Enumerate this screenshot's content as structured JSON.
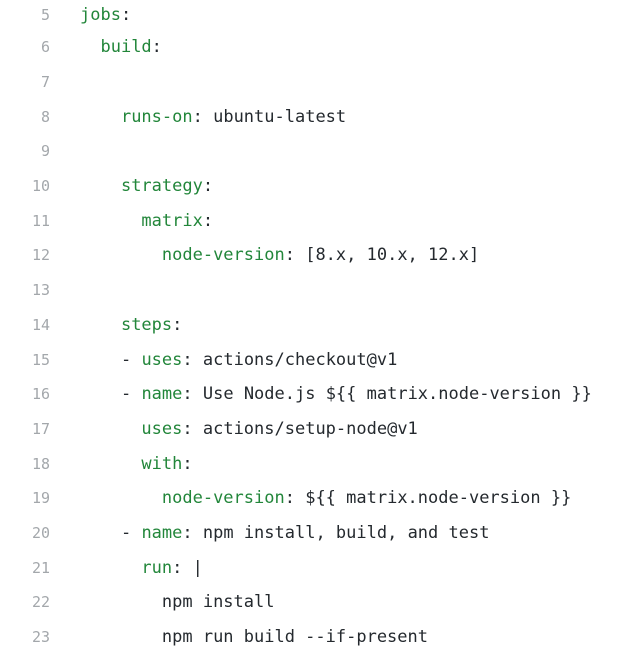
{
  "lines": [
    {
      "num": "5",
      "indent": "",
      "dash": "",
      "key": "jobs",
      "sep": ":",
      "value": ""
    },
    {
      "num": "6",
      "indent": "  ",
      "dash": "",
      "key": "build",
      "sep": ":",
      "value": ""
    },
    {
      "num": "7",
      "indent": "",
      "dash": "",
      "key": "",
      "sep": "",
      "value": ""
    },
    {
      "num": "8",
      "indent": "    ",
      "dash": "",
      "key": "runs-on",
      "sep": ": ",
      "value": "ubuntu-latest"
    },
    {
      "num": "9",
      "indent": "",
      "dash": "",
      "key": "",
      "sep": "",
      "value": ""
    },
    {
      "num": "10",
      "indent": "    ",
      "dash": "",
      "key": "strategy",
      "sep": ":",
      "value": ""
    },
    {
      "num": "11",
      "indent": "      ",
      "dash": "",
      "key": "matrix",
      "sep": ":",
      "value": ""
    },
    {
      "num": "12",
      "indent": "        ",
      "dash": "",
      "key": "node-version",
      "sep": ": ",
      "value": "[8.x, 10.x, 12.x]"
    },
    {
      "num": "13",
      "indent": "",
      "dash": "",
      "key": "",
      "sep": "",
      "value": ""
    },
    {
      "num": "14",
      "indent": "    ",
      "dash": "",
      "key": "steps",
      "sep": ":",
      "value": ""
    },
    {
      "num": "15",
      "indent": "    ",
      "dash": "- ",
      "key": "uses",
      "sep": ": ",
      "value": "actions/checkout@v1"
    },
    {
      "num": "16",
      "indent": "    ",
      "dash": "- ",
      "key": "name",
      "sep": ": ",
      "value": "Use Node.js ${{ matrix.node-version }}"
    },
    {
      "num": "17",
      "indent": "      ",
      "dash": "",
      "key": "uses",
      "sep": ": ",
      "value": "actions/setup-node@v1"
    },
    {
      "num": "18",
      "indent": "      ",
      "dash": "",
      "key": "with",
      "sep": ":",
      "value": ""
    },
    {
      "num": "19",
      "indent": "        ",
      "dash": "",
      "key": "node-version",
      "sep": ": ",
      "value": "${{ matrix.node-version }}"
    },
    {
      "num": "20",
      "indent": "    ",
      "dash": "- ",
      "key": "name",
      "sep": ": ",
      "value": "npm install, build, and test"
    },
    {
      "num": "21",
      "indent": "      ",
      "dash": "",
      "key": "run",
      "sep": ": ",
      "value": "|"
    },
    {
      "num": "22",
      "indent": "        ",
      "dash": "",
      "key": "",
      "sep": "",
      "value": "npm install"
    },
    {
      "num": "23",
      "indent": "        ",
      "dash": "",
      "key": "",
      "sep": "",
      "value": "npm run build --if-present"
    }
  ],
  "colors": {
    "key": "#22863a",
    "text": "#24292e",
    "gutter": "#a3a7ab"
  }
}
